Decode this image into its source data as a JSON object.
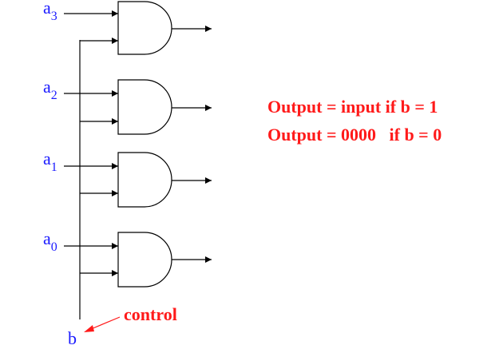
{
  "inputs": [
    {
      "base": "a",
      "sub": "3"
    },
    {
      "base": "a",
      "sub": "2"
    },
    {
      "base": "a",
      "sub": "1"
    },
    {
      "base": "a",
      "sub": "0"
    }
  ],
  "control_input": "b",
  "control_label": "control",
  "description": {
    "line1": "Output = input if b = 1",
    "line2": "Output = 0000   if b = 0"
  },
  "colors": {
    "input_labels": "#1a1aff",
    "annotations": "#ff1a1a",
    "wires": "#000000"
  }
}
